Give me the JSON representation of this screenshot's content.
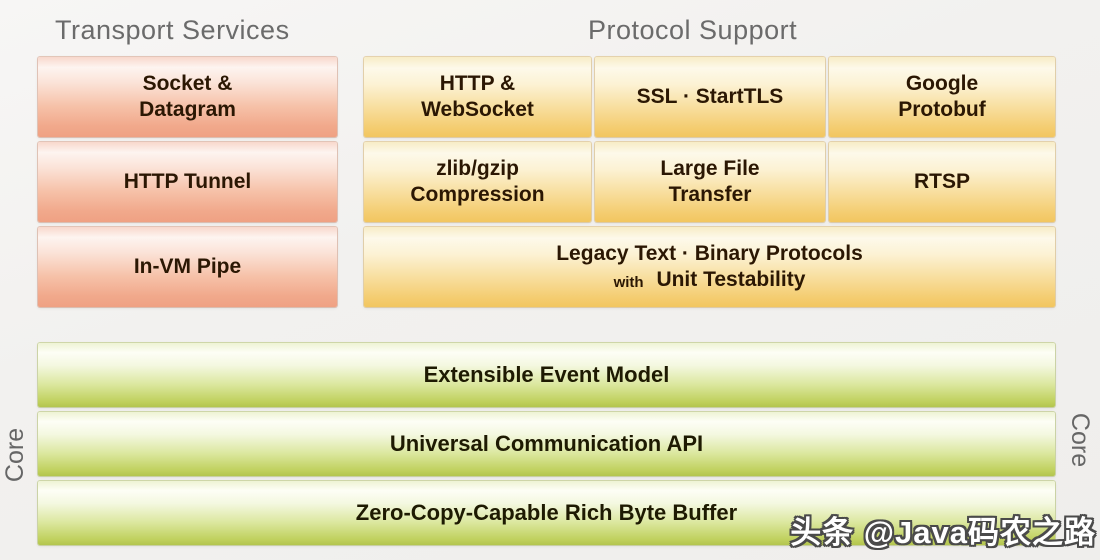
{
  "titles": {
    "transport": "Transport Services",
    "protocol": "Protocol Support"
  },
  "transport": {
    "socket_line1": "Socket &",
    "socket_line2": "Datagram",
    "http_tunnel": "HTTP Tunnel",
    "invm_pipe": "In-VM Pipe"
  },
  "protocol": {
    "http_line1": "HTTP &",
    "http_line2": "WebSocket",
    "ssl_starttls": "SSL · StartTLS",
    "protobuf_line1": "Google",
    "protobuf_line2": "Protobuf",
    "zlib_line1": "zlib/gzip",
    "zlib_line2": "Compression",
    "large_file_line1": "Large File",
    "large_file_line2": "Transfer",
    "rtsp": "RTSP",
    "legacy_line1": "Legacy Text · Binary Protocols",
    "legacy_with": "with",
    "legacy_line2": "Unit Testability"
  },
  "core": {
    "left_label": "Core",
    "right_label": "Core",
    "event_model": "Extensible Event Model",
    "communication_api": "Universal Communication API",
    "byte_buffer": "Zero-Copy-Capable Rich Byte Buffer"
  },
  "watermark": "头条 @Java码农之路",
  "colors": {
    "transport_box_bottom": "#efa183",
    "protocol_box_bottom": "#f2c660",
    "core_box_bottom": "#b3c54e",
    "heading_text": "#6b6b6b",
    "box_text": "#2b1703"
  }
}
